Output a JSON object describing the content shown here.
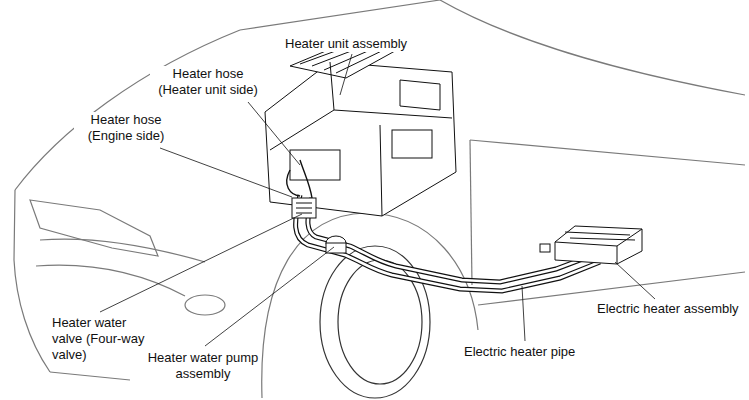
{
  "diagram": {
    "labels": [
      "Heater unit assembly",
      "Heater hose (Heater unit side)",
      "Heater hose (Engine side)",
      "Heater water valve (Four-way valve)",
      "Heater water pump assembly",
      "Electric heater pipe",
      "Electric heater assembly"
    ]
  }
}
